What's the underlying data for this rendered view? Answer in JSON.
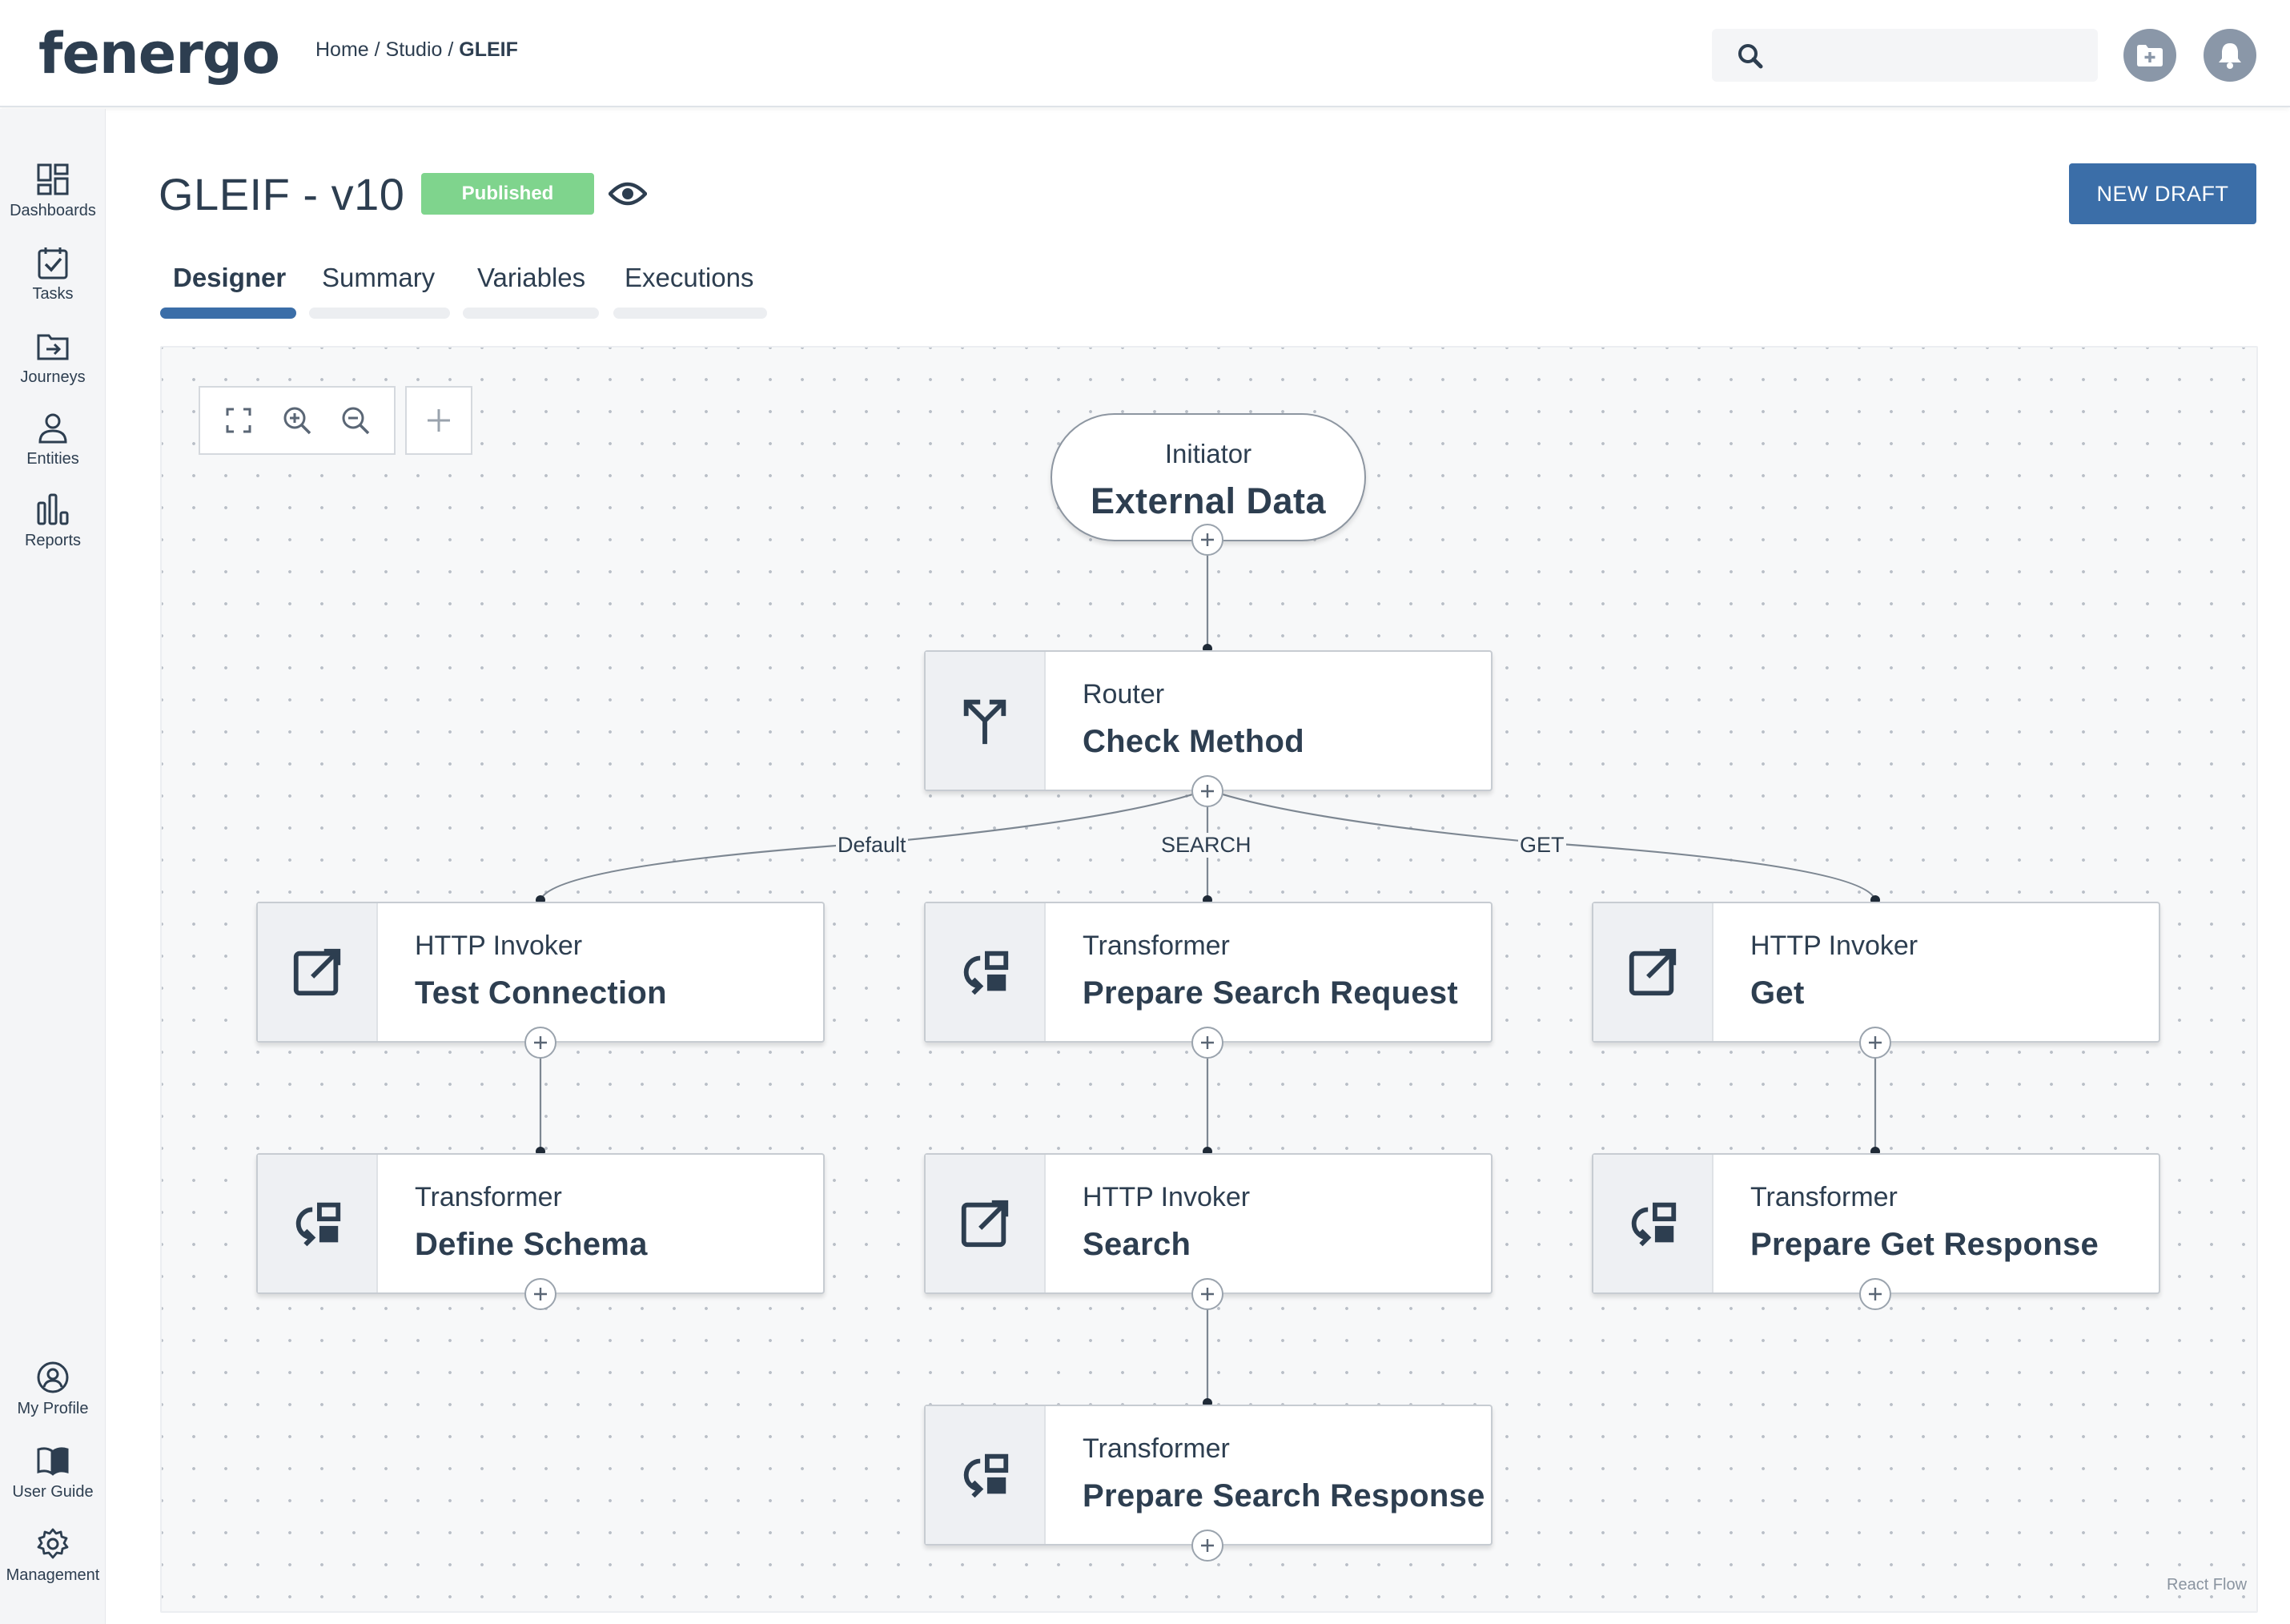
{
  "app": {
    "logo_text": "fenergo",
    "brand_color": "#3cbc9c",
    "accent_color": "#3b6ea8"
  },
  "breadcrumb": {
    "home": "Home",
    "studio": "Studio",
    "current": "GLEIF",
    "sep": " / "
  },
  "search": {
    "placeholder": "",
    "value": ""
  },
  "header_actions": [
    {
      "icon": "add-folder-icon"
    },
    {
      "icon": "bell-icon"
    }
  ],
  "sidebar": {
    "top_items": [
      {
        "label": "Dashboards",
        "icon": "dashboard-icon"
      },
      {
        "label": "Tasks",
        "icon": "task-check-icon"
      },
      {
        "label": "Journeys",
        "icon": "folder-arrow-icon"
      },
      {
        "label": "Entities",
        "icon": "person-icon"
      },
      {
        "label": "Reports",
        "icon": "bar-chart-icon"
      }
    ],
    "bottom_items": [
      {
        "label": "My Profile",
        "icon": "user-circle-icon"
      },
      {
        "label": "User Guide",
        "icon": "book-icon"
      },
      {
        "label": "Management",
        "icon": "gear-icon"
      }
    ]
  },
  "page": {
    "title": "GLEIF - v10",
    "status": "Published",
    "status_color": "#7fd48d",
    "new_draft_label": "NEW DRAFT"
  },
  "tabs": [
    {
      "label": "Designer",
      "active": true
    },
    {
      "label": "Summary",
      "active": false
    },
    {
      "label": "Variables",
      "active": false
    },
    {
      "label": "Executions",
      "active": false
    }
  ],
  "canvas": {
    "toolbar": [
      "fit-view-icon",
      "zoom-in-icon",
      "zoom-out-icon"
    ],
    "add_icon": "plus-icon",
    "attribution": "React Flow"
  },
  "flow": {
    "initiator": {
      "type": "Initiator",
      "name": "External Data"
    },
    "router": {
      "type": "Router",
      "name": "Check Method",
      "icon": "split-arrows-icon"
    },
    "edge_labels": {
      "default": "Default",
      "search": "SEARCH",
      "get": "GET"
    },
    "nodes": [
      {
        "type": "HTTP Invoker",
        "name": "Test Connection",
        "icon": "external-link-icon"
      },
      {
        "type": "Transformer",
        "name": "Prepare Search Request",
        "icon": "transform-icon"
      },
      {
        "type": "HTTP Invoker",
        "name": "Get",
        "icon": "external-link-icon"
      },
      {
        "type": "Transformer",
        "name": "Define Schema",
        "icon": "transform-icon"
      },
      {
        "type": "HTTP Invoker",
        "name": "Search",
        "icon": "external-link-icon"
      },
      {
        "type": "Transformer",
        "name": "Prepare Get Response",
        "icon": "transform-icon"
      },
      {
        "type": "Transformer",
        "name": "Prepare Search Response",
        "icon": "transform-icon"
      }
    ]
  }
}
